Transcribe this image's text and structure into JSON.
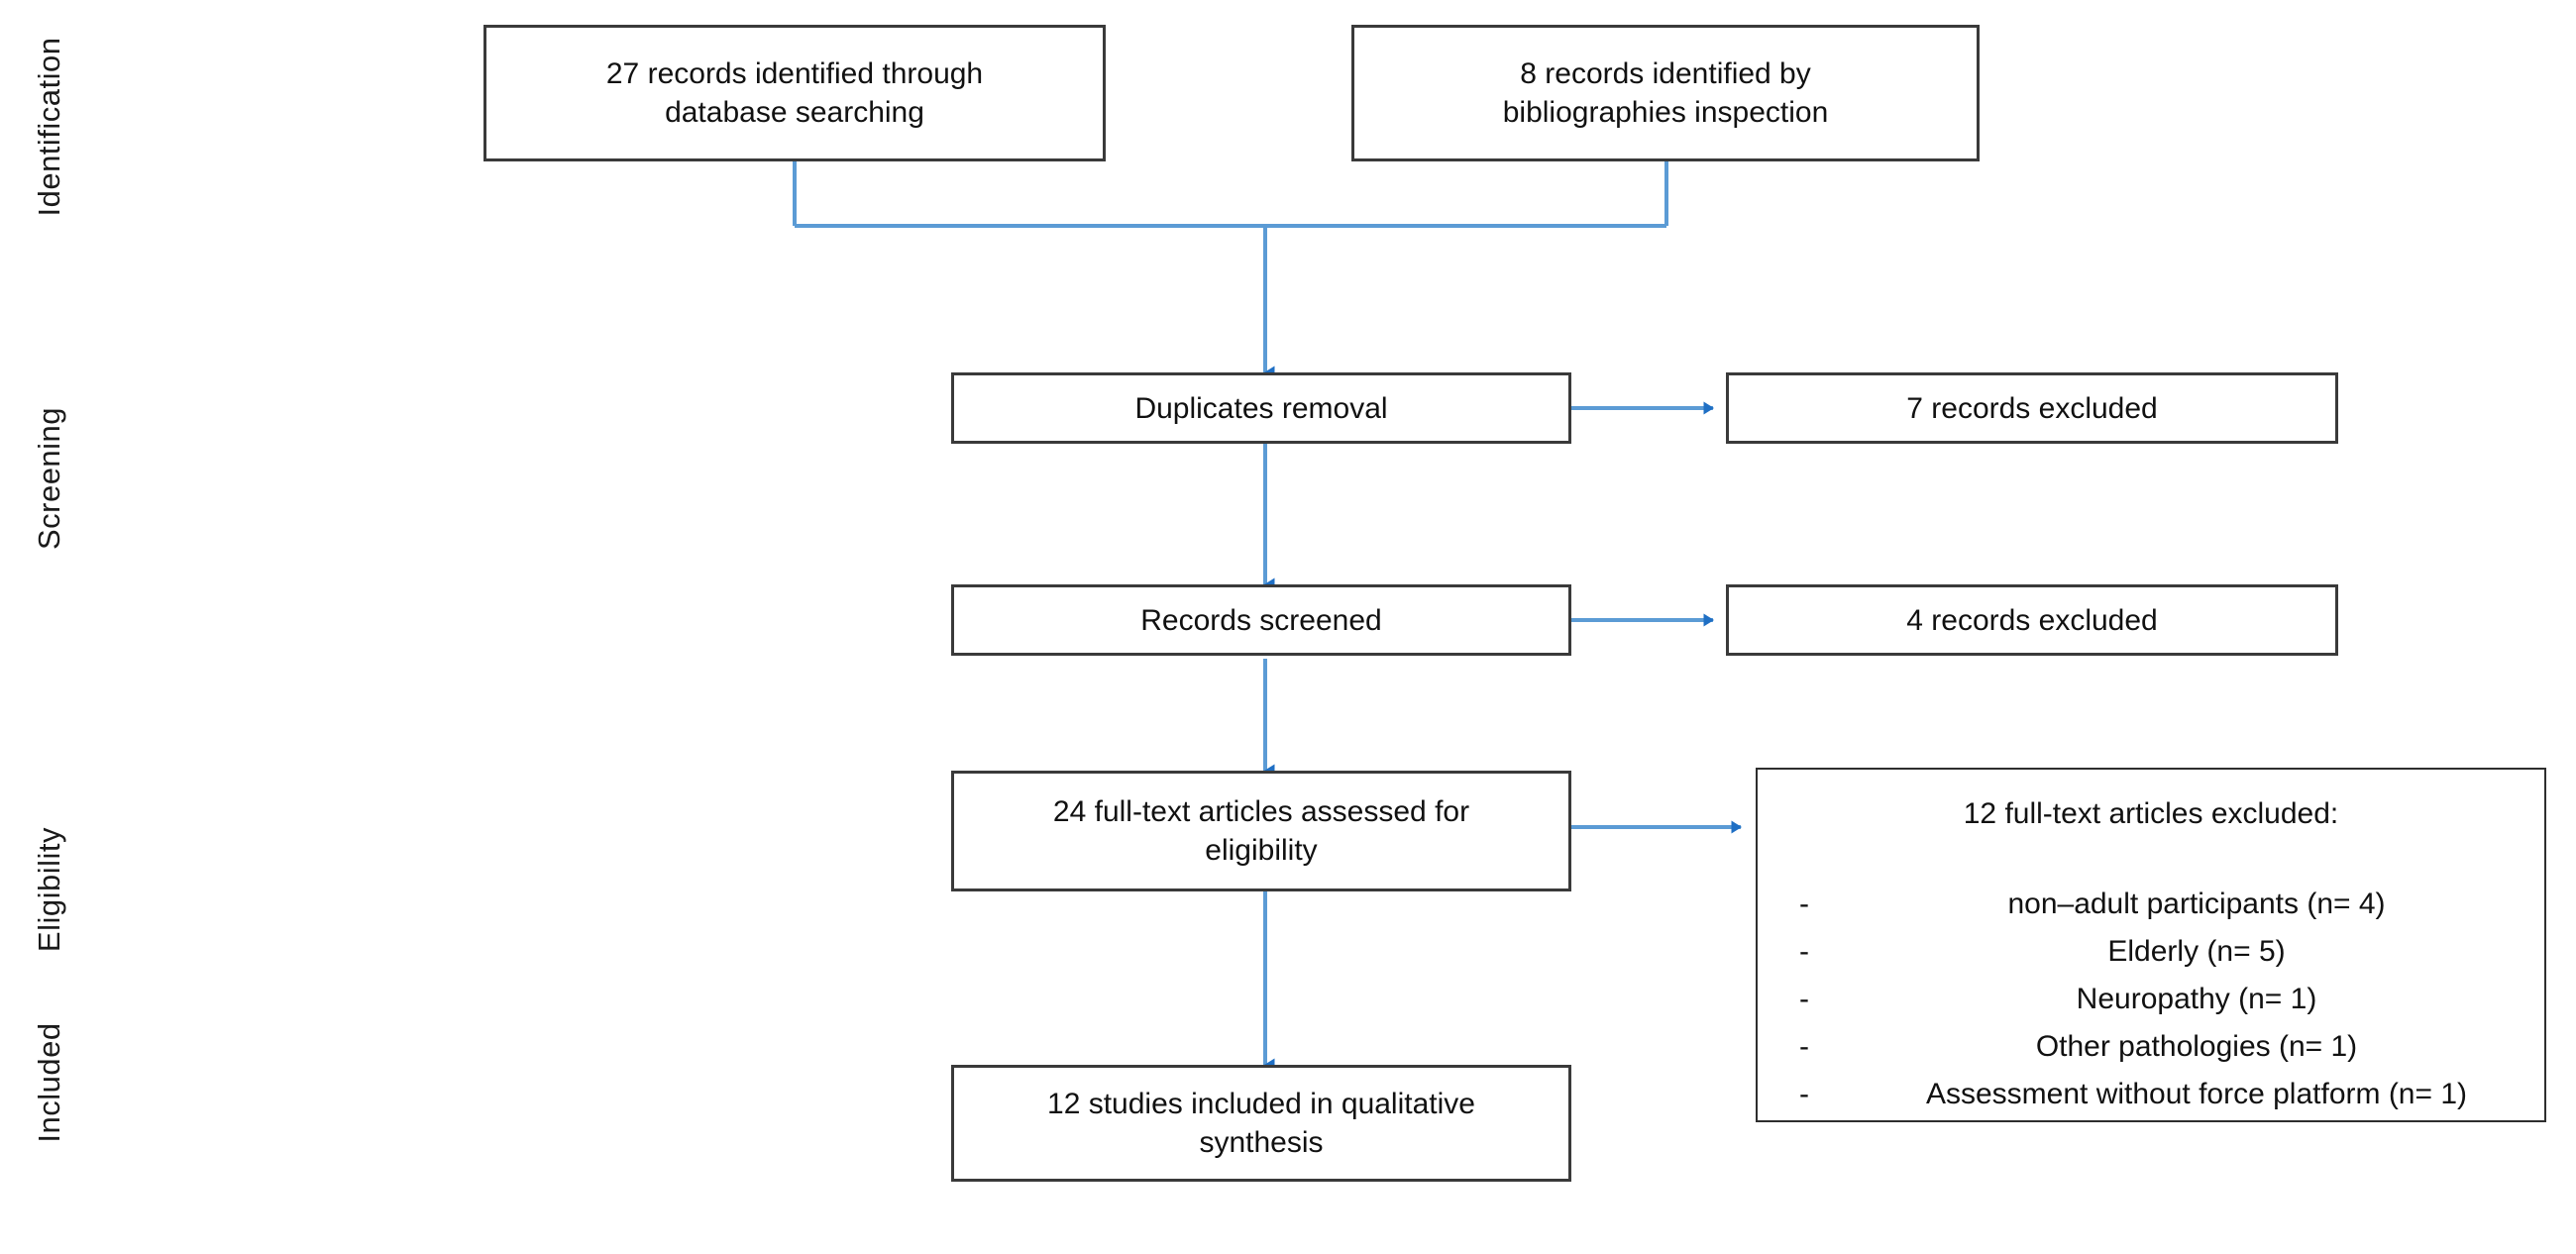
{
  "diagram": {
    "type": "prisma-flow-diagram",
    "colors": {
      "box_border": "#3a3a3a",
      "connector_line": "#5b9bd5",
      "connector_arrowhead": "#1f6fc4",
      "text": "#111111",
      "background": "#ffffff"
    },
    "stages": [
      {
        "id": "identification",
        "label": "Identification"
      },
      {
        "id": "screening",
        "label": "Screening"
      },
      {
        "id": "eligibility",
        "label": "Eligibility"
      },
      {
        "id": "included",
        "label": "Included"
      }
    ],
    "nodes": {
      "database_search": {
        "line1": "27 records identified through",
        "line2": "database searching"
      },
      "bibliographies": {
        "line1": "8 records identified by",
        "line2": "bibliographies inspection"
      },
      "duplicates": {
        "line1": "Duplicates removal"
      },
      "duplicates_excl": {
        "line1": "7 records excluded"
      },
      "screened": {
        "line1": "Records screened"
      },
      "screened_excl": {
        "line1": "4 records excluded"
      },
      "fulltext": {
        "line1": "24 full-text articles assessed  for",
        "line2": "eligibility"
      },
      "fulltext_excl": {
        "title": "12 full-text articles excluded:",
        "bullet_marker": "-",
        "items": [
          "non–adult participants (n= 4)",
          "Elderly (n= 5)",
          "Neuropathy (n= 1)",
          "Other pathologies (n= 1)",
          "Assessment without force platform (n= 1)"
        ]
      },
      "included": {
        "line1": "12 studies included in qualitative",
        "line2": "synthesis"
      }
    }
  }
}
